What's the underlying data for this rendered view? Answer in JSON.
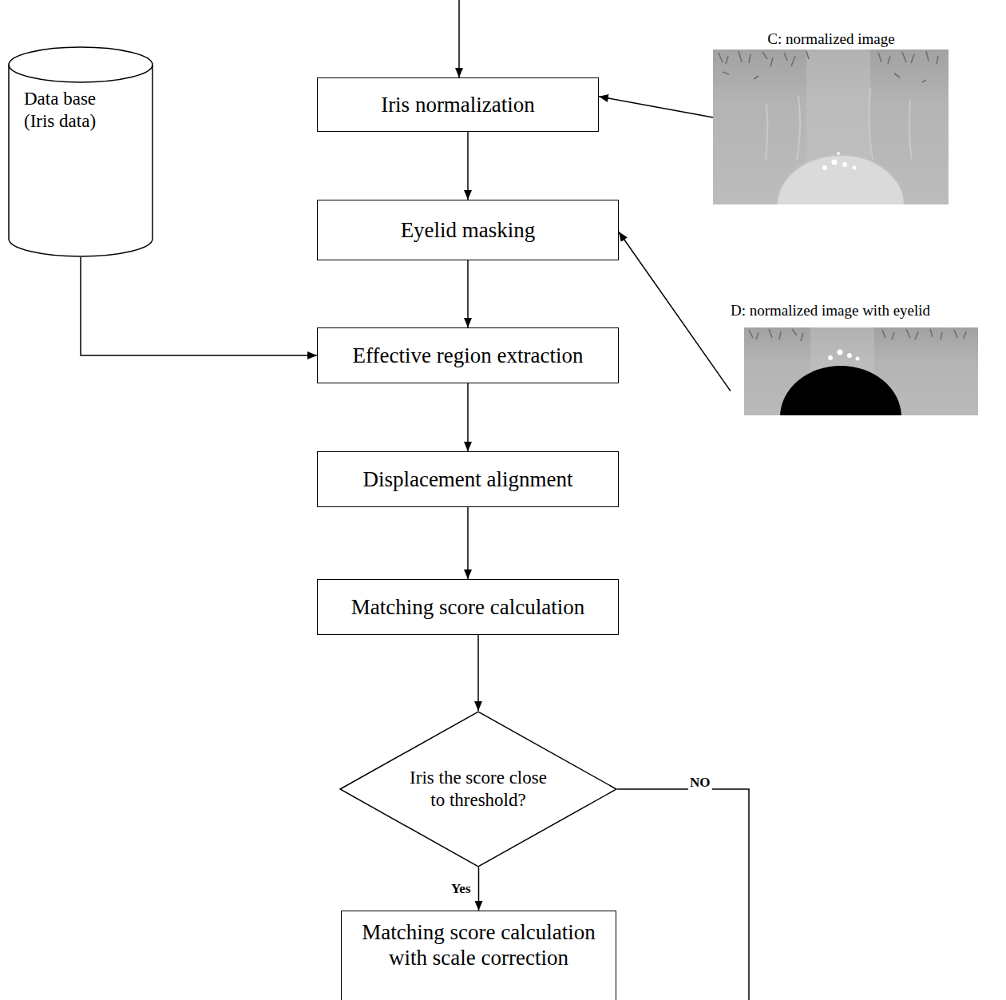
{
  "diagram": {
    "nodes": [
      {
        "text": [
          "C: normalized image"
        ]
      },
      {
        "text": [
          "Data base (Iris data)"
        ]
      },
      {
        "text": [
          "Iris normalization"
        ]
      },
      {
        "text": [
          "Eyelid masking"
        ]
      },
      {
        "text": [
          "D: normalized image with eyelid"
        ]
      },
      {
        "text": [
          "Effective region extraction"
        ]
      },
      {
        "text": [
          "Displacement alignment"
        ]
      },
      {
        "text": [
          "Matching score calculation"
        ]
      },
      {
        "text": [
          "Iris the score close to threshold?"
        ]
      },
      {
        "text": [
          "Matching score calculation with scale correction"
        ]
      }
    ],
    "edges": [
      {
        "from": 0,
        "to": 2,
        "arrow": "to"
      },
      {
        "from": 2,
        "to": 3,
        "arrow": "to"
      },
      {
        "from": 4,
        "to": 3,
        "arrow": "to"
      },
      {
        "from": 1,
        "to": 5,
        "arrow": "to"
      },
      {
        "from": 3,
        "to": 5,
        "arrow": "to"
      },
      {
        "from": 5,
        "to": 6,
        "arrow": "to"
      },
      {
        "from": 6,
        "to": 7,
        "arrow": "to"
      },
      {
        "from": 7,
        "to": 8,
        "arrow": "to"
      },
      {
        "from": 8,
        "to": 9,
        "label": "Yes",
        "arrow": "to"
      }
    ],
    "labels": [
      "NO"
    ]
  }
}
